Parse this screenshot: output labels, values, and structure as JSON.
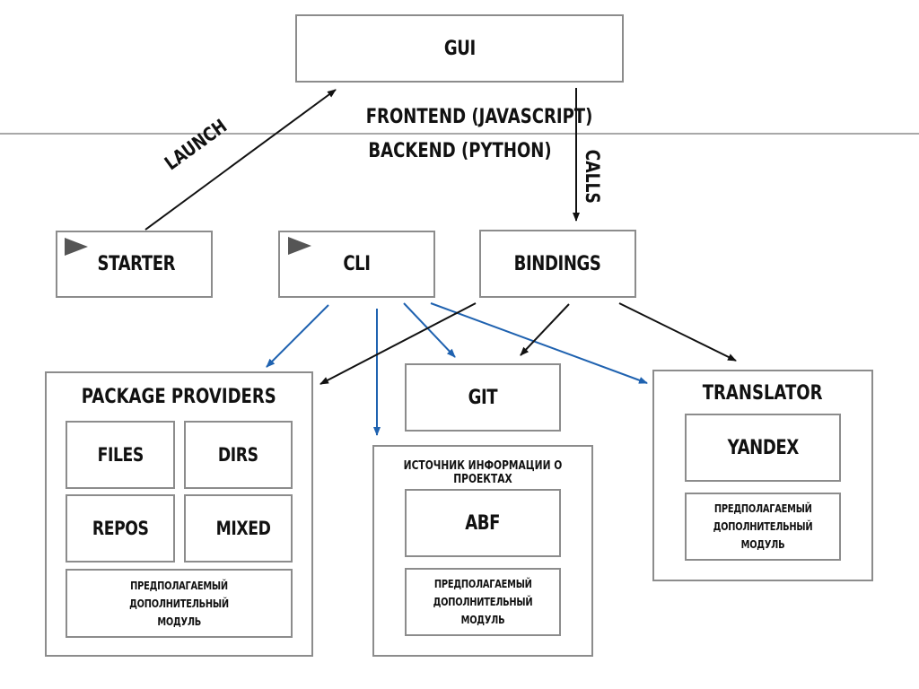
{
  "layers": {
    "frontend": "FRONTEND (JAVASCRIPT)",
    "backend": "BACKEND (PYTHON)"
  },
  "edges": {
    "launch": "LAUNCH",
    "calls": "CALLS"
  },
  "nodes": {
    "gui": "GUI",
    "starter": "STARTER",
    "cli": "CLI",
    "bindings": "BINDINGS",
    "git": "GIT"
  },
  "package_providers": {
    "title": "PACKAGE PROVIDERS",
    "files": "FILES",
    "dirs": "DIRS",
    "repos": "REPOS",
    "mixed": "MIXED",
    "optional_line1": "ПРЕДПОЛАГАЕМЫЙ ДОПОЛНИТЕЛЬНЫЙ",
    "optional_line2": "МОДУЛЬ"
  },
  "project_info": {
    "title": "ИСТОЧНИК ИНФОРМАЦИИ О ПРОЕКТАХ",
    "abf": "ABF",
    "optional_line1": "ПРЕДПОЛАГАЕМЫЙ",
    "optional_line2": "ДОПОЛНИТЕЛЬНЫЙ МОДУЛЬ"
  },
  "translator": {
    "title": "TRANSLATOR",
    "yandex": "YANDEX",
    "optional_line1": "ПРЕДПОЛАГАЕМЫЙ",
    "optional_line2": "ДОПОЛНИТЕЛЬНЫЙ МОДУЛЬ"
  },
  "colors": {
    "black_arrow": "#111111",
    "blue_arrow": "#1f62b0",
    "border": "#8c8c8c",
    "divider": "#8c8c8c"
  }
}
